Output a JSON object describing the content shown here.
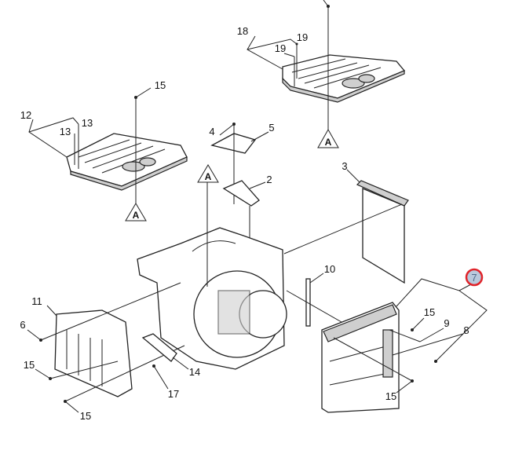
{
  "diagram": {
    "highlight_color": "#e0242a",
    "highlight_fill": "#b9c9dc",
    "callouts": {
      "c18": "18",
      "c19a": "19",
      "c19b": "19",
      "c15_top": "15",
      "c12": "12",
      "c13a": "13",
      "c13b": "13",
      "c4": "4",
      "c5": "5",
      "c3": "3",
      "c2": "2",
      "c10": "10",
      "c7": "7",
      "c11": "11",
      "c6": "6",
      "c15_right": "15",
      "c9": "9",
      "c8": "8",
      "c15_left": "15",
      "c14": "14",
      "c17": "17",
      "c15_bottom_right": "15",
      "c15_bottom_left": "15"
    },
    "ref_markers": {
      "a1": "A",
      "a2": "A",
      "a3": "A"
    }
  }
}
